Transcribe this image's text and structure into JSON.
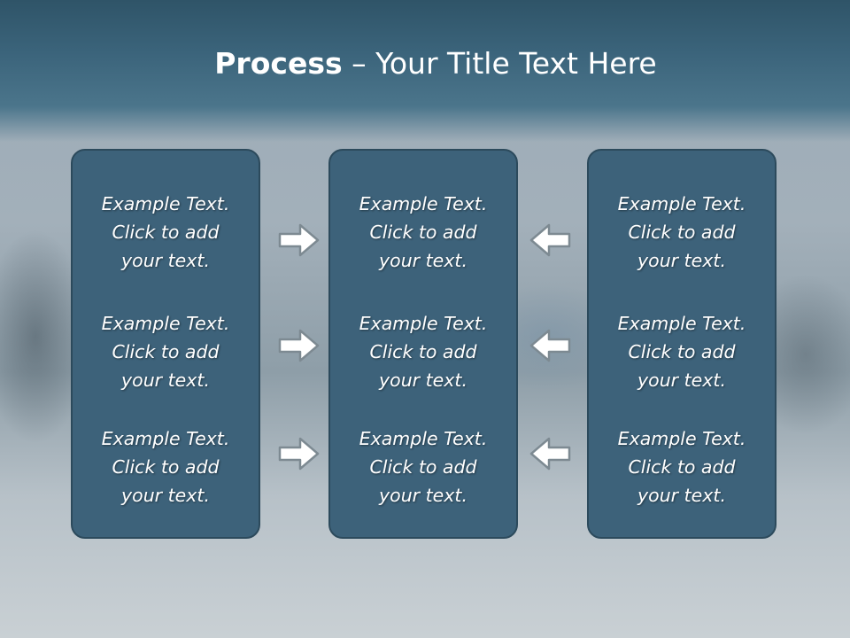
{
  "slide": {
    "title_bold": "Process",
    "title_rest": " – Your Title Text Here"
  },
  "panels": [
    {
      "items": [
        {
          "l1": "Example Text.",
          "l2": "Click  to add",
          "l3": "your text."
        },
        {
          "l1": "Example Text.",
          "l2": "Click  to add",
          "l3": "your text."
        },
        {
          "l1": "Example Text.",
          "l2": "Click  to add",
          "l3": "your text."
        }
      ]
    },
    {
      "items": [
        {
          "l1": "Example Text.",
          "l2": "Click  to add",
          "l3": "your text."
        },
        {
          "l1": "Example Text.",
          "l2": "Click  to add",
          "l3": "your text."
        },
        {
          "l1": "Example Text.",
          "l2": "Click  to add",
          "l3": "your text."
        }
      ]
    },
    {
      "items": [
        {
          "l1": "Example Text.",
          "l2": "Click  to add",
          "l3": "your text."
        },
        {
          "l1": "Example Text.",
          "l2": "Click  to add",
          "l3": "your text."
        },
        {
          "l1": "Example Text.",
          "l2": "Click  to add",
          "l3": "your text."
        }
      ]
    }
  ],
  "arrows": {
    "left_column": "arrow-right-icon",
    "right_column": "arrow-left-icon"
  },
  "colors": {
    "panel_fill": "#3d627a",
    "panel_border": "#2c4a5c",
    "title_band": "#3b647b",
    "arrow_fill": "#ffffff",
    "arrow_stroke": "#7d8a92"
  }
}
